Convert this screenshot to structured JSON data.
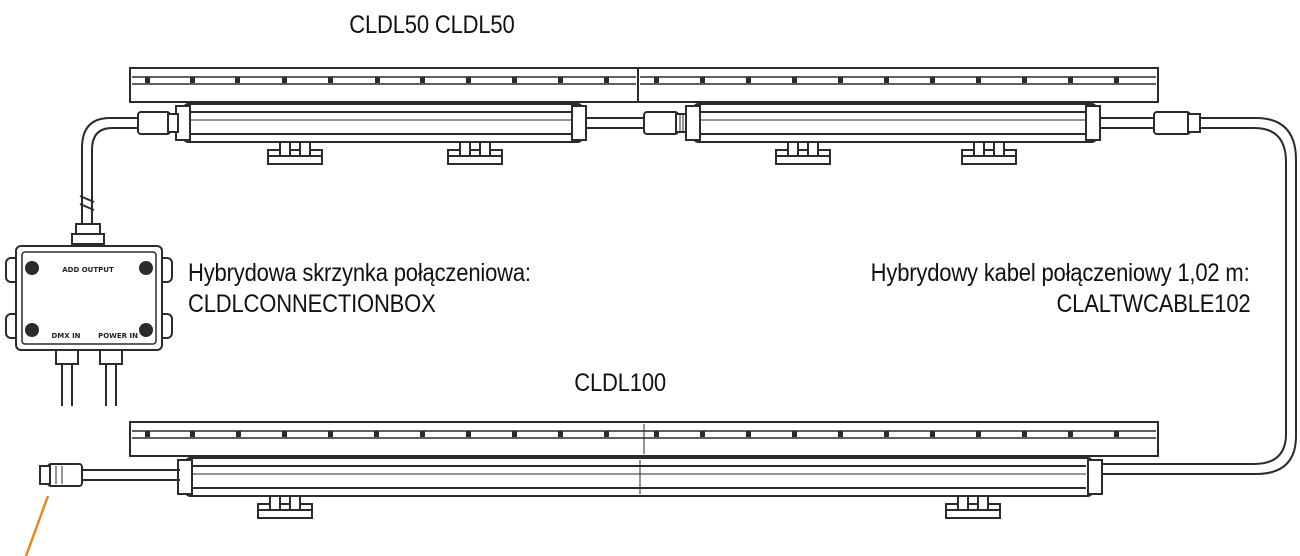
{
  "labels": {
    "top_fixtures": "CLDL50 CLDL50",
    "connection_box_name": "Hybrydowa skrzynka połączeniowa:",
    "connection_box_code": "CLDLCONNECTIONBOX",
    "cable_name": "Hybrydowy kabel połączeniowy 1,02 m:",
    "cable_code": "CLALTWCABLE102",
    "bottom_fixture": "CLDL100"
  },
  "box_markings": {
    "top": "ADD OUTPUT",
    "bottom_left": "DMX IN",
    "bottom_right": "POWER IN"
  },
  "colors": {
    "line": "#2b2b2b",
    "panel_fill": "#ffffff",
    "pointer": "#e08a2c"
  }
}
